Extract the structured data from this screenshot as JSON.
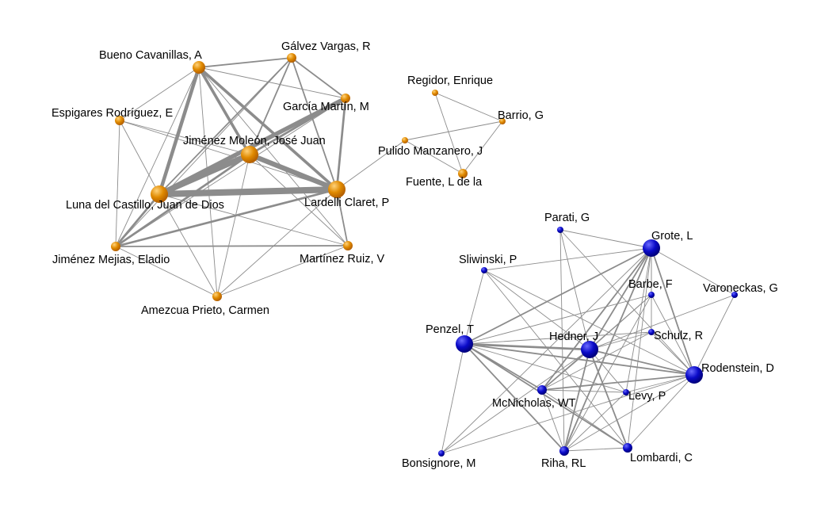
{
  "colors": {
    "edge": "#8c8c8c",
    "background": "#ffffff",
    "cluster_orange_fill": "#e08a00",
    "cluster_orange_highlight": "#ffd27a",
    "cluster_orange_dark": "#b35f00",
    "cluster_blue_fill": "#0a0ac8",
    "cluster_blue_highlight": "#6c6cff",
    "cluster_blue_dark": "#00007a"
  },
  "nodes": [
    {
      "id": "bueno",
      "label": "Bueno Cavanillas, A",
      "cluster": "orange",
      "size": 2
    },
    {
      "id": "galvez",
      "label": "Gálvez Vargas, R",
      "cluster": "orange",
      "size": 1
    },
    {
      "id": "garcia",
      "label": "García Martín, M",
      "cluster": "orange",
      "size": 1
    },
    {
      "id": "espigares",
      "label": "Espigares Rodríguez, E",
      "cluster": "orange",
      "size": 1
    },
    {
      "id": "jimenezm",
      "label": "Jiménez Moleón, José Juan",
      "cluster": "orange",
      "size": 3
    },
    {
      "id": "luna",
      "label": "Luna del Castillo, Juan de Dios",
      "cluster": "orange",
      "size": 3
    },
    {
      "id": "lardelli",
      "label": "Lardelli Claret, P",
      "cluster": "orange",
      "size": 3
    },
    {
      "id": "jimenezmej",
      "label": "Jiménez Mejias, Eladio",
      "cluster": "orange",
      "size": 1
    },
    {
      "id": "martinez",
      "label": "Martínez Ruiz, V",
      "cluster": "orange",
      "size": 1
    },
    {
      "id": "amezcua",
      "label": "Amezcua Prieto, Carmen",
      "cluster": "orange",
      "size": 1
    },
    {
      "id": "regidor",
      "label": "Regidor, Enrique",
      "cluster": "orange",
      "size": 0
    },
    {
      "id": "barrio",
      "label": "Barrio, G",
      "cluster": "orange",
      "size": 0
    },
    {
      "id": "pulido",
      "label": "Pulido Manzanero, J",
      "cluster": "orange",
      "size": 0
    },
    {
      "id": "fuente",
      "label": "Fuente, L de la",
      "cluster": "orange",
      "size": 1
    },
    {
      "id": "parati",
      "label": "Parati, G",
      "cluster": "blue",
      "size": 0
    },
    {
      "id": "grote",
      "label": "Grote, L",
      "cluster": "blue",
      "size": 3
    },
    {
      "id": "sliwinski",
      "label": "Sliwinski, P",
      "cluster": "blue",
      "size": 0
    },
    {
      "id": "barbe",
      "label": "Barbe, F",
      "cluster": "blue",
      "size": 0
    },
    {
      "id": "varoneckas",
      "label": "Varoneckas, G",
      "cluster": "blue",
      "size": 0
    },
    {
      "id": "penzel",
      "label": "Penzel, T",
      "cluster": "blue",
      "size": 3
    },
    {
      "id": "hedner",
      "label": "Hedner, J",
      "cluster": "blue",
      "size": 3
    },
    {
      "id": "schulz",
      "label": "Schulz, R",
      "cluster": "blue",
      "size": 0
    },
    {
      "id": "rodenstein",
      "label": "Rodenstein, D",
      "cluster": "blue",
      "size": 3
    },
    {
      "id": "mcnicholas",
      "label": "McNicholas, WT",
      "cluster": "blue",
      "size": 1
    },
    {
      "id": "levy",
      "label": "Levy, P",
      "cluster": "blue",
      "size": 0
    },
    {
      "id": "bonsignore",
      "label": "Bonsignore, M",
      "cluster": "blue",
      "size": 0
    },
    {
      "id": "riha",
      "label": "Riha, RL",
      "cluster": "blue",
      "size": 1
    },
    {
      "id": "lombardi",
      "label": "Lombardi, C",
      "cluster": "blue",
      "size": 1
    }
  ],
  "edges": [
    [
      "bueno",
      "galvez",
      2
    ],
    [
      "bueno",
      "garcia",
      1
    ],
    [
      "bueno",
      "espigares",
      1
    ],
    [
      "bueno",
      "jimenezm",
      4
    ],
    [
      "bueno",
      "luna",
      5
    ],
    [
      "bueno",
      "lardelli",
      4
    ],
    [
      "bueno",
      "jimenezmej",
      1
    ],
    [
      "bueno",
      "martinez",
      1
    ],
    [
      "bueno",
      "amezcua",
      1
    ],
    [
      "galvez",
      "garcia",
      2
    ],
    [
      "galvez",
      "jimenezm",
      2
    ],
    [
      "galvez",
      "luna",
      2
    ],
    [
      "galvez",
      "lardelli",
      2
    ],
    [
      "galvez",
      "jimenezmej",
      1
    ],
    [
      "garcia",
      "jimenezm",
      3
    ],
    [
      "garcia",
      "luna",
      6
    ],
    [
      "garcia",
      "lardelli",
      3
    ],
    [
      "garcia",
      "jimenezmej",
      1
    ],
    [
      "espigares",
      "jimenezm",
      1
    ],
    [
      "espigares",
      "luna",
      1
    ],
    [
      "espigares",
      "lardelli",
      1
    ],
    [
      "espigares",
      "jimenezmej",
      1
    ],
    [
      "jimenezm",
      "luna",
      8
    ],
    [
      "jimenezm",
      "lardelli",
      7
    ],
    [
      "jimenezm",
      "jimenezmej",
      3
    ],
    [
      "jimenezm",
      "martinez",
      1
    ],
    [
      "jimenezm",
      "amezcua",
      1
    ],
    [
      "luna",
      "lardelli",
      9
    ],
    [
      "luna",
      "jimenezmej",
      3
    ],
    [
      "luna",
      "martinez",
      1
    ],
    [
      "luna",
      "amezcua",
      1
    ],
    [
      "lardelli",
      "jimenezmej",
      3
    ],
    [
      "lardelli",
      "martinez",
      2
    ],
    [
      "lardelli",
      "amezcua",
      1
    ],
    [
      "lardelli",
      "pulido",
      1
    ],
    [
      "jimenezmej",
      "martinez",
      2
    ],
    [
      "jimenezmej",
      "amezcua",
      1
    ],
    [
      "martinez",
      "amezcua",
      1
    ],
    [
      "regidor",
      "barrio",
      1
    ],
    [
      "regidor",
      "fuente",
      1
    ],
    [
      "barrio",
      "pulido",
      1
    ],
    [
      "barrio",
      "fuente",
      1
    ],
    [
      "pulido",
      "fuente",
      1
    ],
    [
      "parati",
      "grote",
      1
    ],
    [
      "parati",
      "hedner",
      1
    ],
    [
      "parati",
      "rodenstein",
      1
    ],
    [
      "parati",
      "riha",
      1
    ],
    [
      "grote",
      "sliwinski",
      1
    ],
    [
      "grote",
      "penzel",
      2
    ],
    [
      "grote",
      "hedner",
      2
    ],
    [
      "grote",
      "rodenstein",
      2
    ],
    [
      "grote",
      "mcnicholas",
      2
    ],
    [
      "grote",
      "riha",
      2
    ],
    [
      "grote",
      "lombardi",
      1
    ],
    [
      "grote",
      "levy",
      1
    ],
    [
      "grote",
      "varoneckas",
      1
    ],
    [
      "grote",
      "bonsignore",
      1
    ],
    [
      "grote",
      "barbe",
      1
    ],
    [
      "grote",
      "schulz",
      1
    ],
    [
      "sliwinski",
      "penzel",
      1
    ],
    [
      "sliwinski",
      "rodenstein",
      1
    ],
    [
      "sliwinski",
      "hedner",
      1
    ],
    [
      "sliwinski",
      "lombardi",
      1
    ],
    [
      "barbe",
      "penzel",
      1
    ],
    [
      "barbe",
      "rodenstein",
      1
    ],
    [
      "barbe",
      "riha",
      1
    ],
    [
      "barbe",
      "mcnicholas",
      1
    ],
    [
      "barbe",
      "hedner",
      1
    ],
    [
      "varoneckas",
      "hedner",
      1
    ],
    [
      "varoneckas",
      "rodenstein",
      1
    ],
    [
      "penzel",
      "hedner",
      3
    ],
    [
      "penzel",
      "rodenstein",
      2
    ],
    [
      "penzel",
      "mcnicholas",
      2
    ],
    [
      "penzel",
      "levy",
      1
    ],
    [
      "penzel",
      "riha",
      2
    ],
    [
      "penzel",
      "lombardi",
      2
    ],
    [
      "penzel",
      "bonsignore",
      1
    ],
    [
      "penzel",
      "schulz",
      1
    ],
    [
      "hedner",
      "rodenstein",
      2
    ],
    [
      "hedner",
      "mcnicholas",
      2
    ],
    [
      "hedner",
      "riha",
      2
    ],
    [
      "hedner",
      "lombardi",
      2
    ],
    [
      "hedner",
      "levy",
      1
    ],
    [
      "hedner",
      "bonsignore",
      1
    ],
    [
      "hedner",
      "schulz",
      1
    ],
    [
      "schulz",
      "rodenstein",
      1
    ],
    [
      "schulz",
      "mcnicholas",
      1
    ],
    [
      "rodenstein",
      "mcnicholas",
      2
    ],
    [
      "rodenstein",
      "levy",
      1
    ],
    [
      "rodenstein",
      "riha",
      1
    ],
    [
      "rodenstein",
      "lombardi",
      1
    ],
    [
      "rodenstein",
      "bonsignore",
      1
    ],
    [
      "mcnicholas",
      "riha",
      1
    ],
    [
      "mcnicholas",
      "lombardi",
      1
    ],
    [
      "mcnicholas",
      "levy",
      1
    ],
    [
      "levy",
      "riha",
      1
    ],
    [
      "riha",
      "lombardi",
      1
    ]
  ]
}
